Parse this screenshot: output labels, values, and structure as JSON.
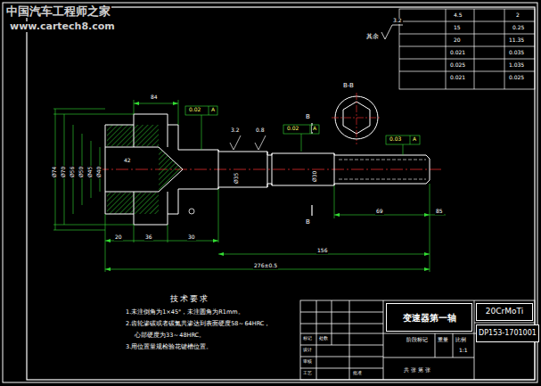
{
  "diagram": {
    "nodes": [
      {
        "text": [
          "变速器第一轴"
        ]
      },
      {
        "text": [
          "20CrMoTi"
        ]
      },
      {
        "text": [
          "DP153-1701001"
        ]
      }
    ],
    "labels": [
      "中国汽车工程师之家",
      "www.cartech8.com",
      "B-B",
      "B",
      "B",
      "其余",
      "3.2",
      "84",
      "Ø74",
      "Ø70",
      "Ø56",
      "Ø50",
      "Ø45",
      "Ø40",
      "42",
      "3.2",
      "0.8",
      "Ø35",
      "Ø30",
      "20",
      "36",
      "30",
      "156",
      "276±0.5",
      "69",
      "85",
      "0.02",
      "A",
      "0.03",
      "A",
      "0.02",
      "A",
      "技术要求",
      "1.未注倒角为1×45°，未注圆角为R1mm。",
      "2.齿轮渗碳或者碳氮共渗达到表面硬度58～64HRC，",
      "心部硬度为33～48HRC。",
      "3.用位置量规检验花键槽位置。",
      "阶段标记",
      "重量",
      "比例",
      "1:1",
      "共 张 第 张",
      "标记",
      "处数",
      "设计",
      "审核",
      "工艺",
      "批准",
      "4.5",
      "15",
      "20",
      "0.021",
      "0.025",
      "0.021",
      "2",
      "0.25",
      "11.35",
      "0.035",
      "1.035",
      "0.025"
    ]
  }
}
